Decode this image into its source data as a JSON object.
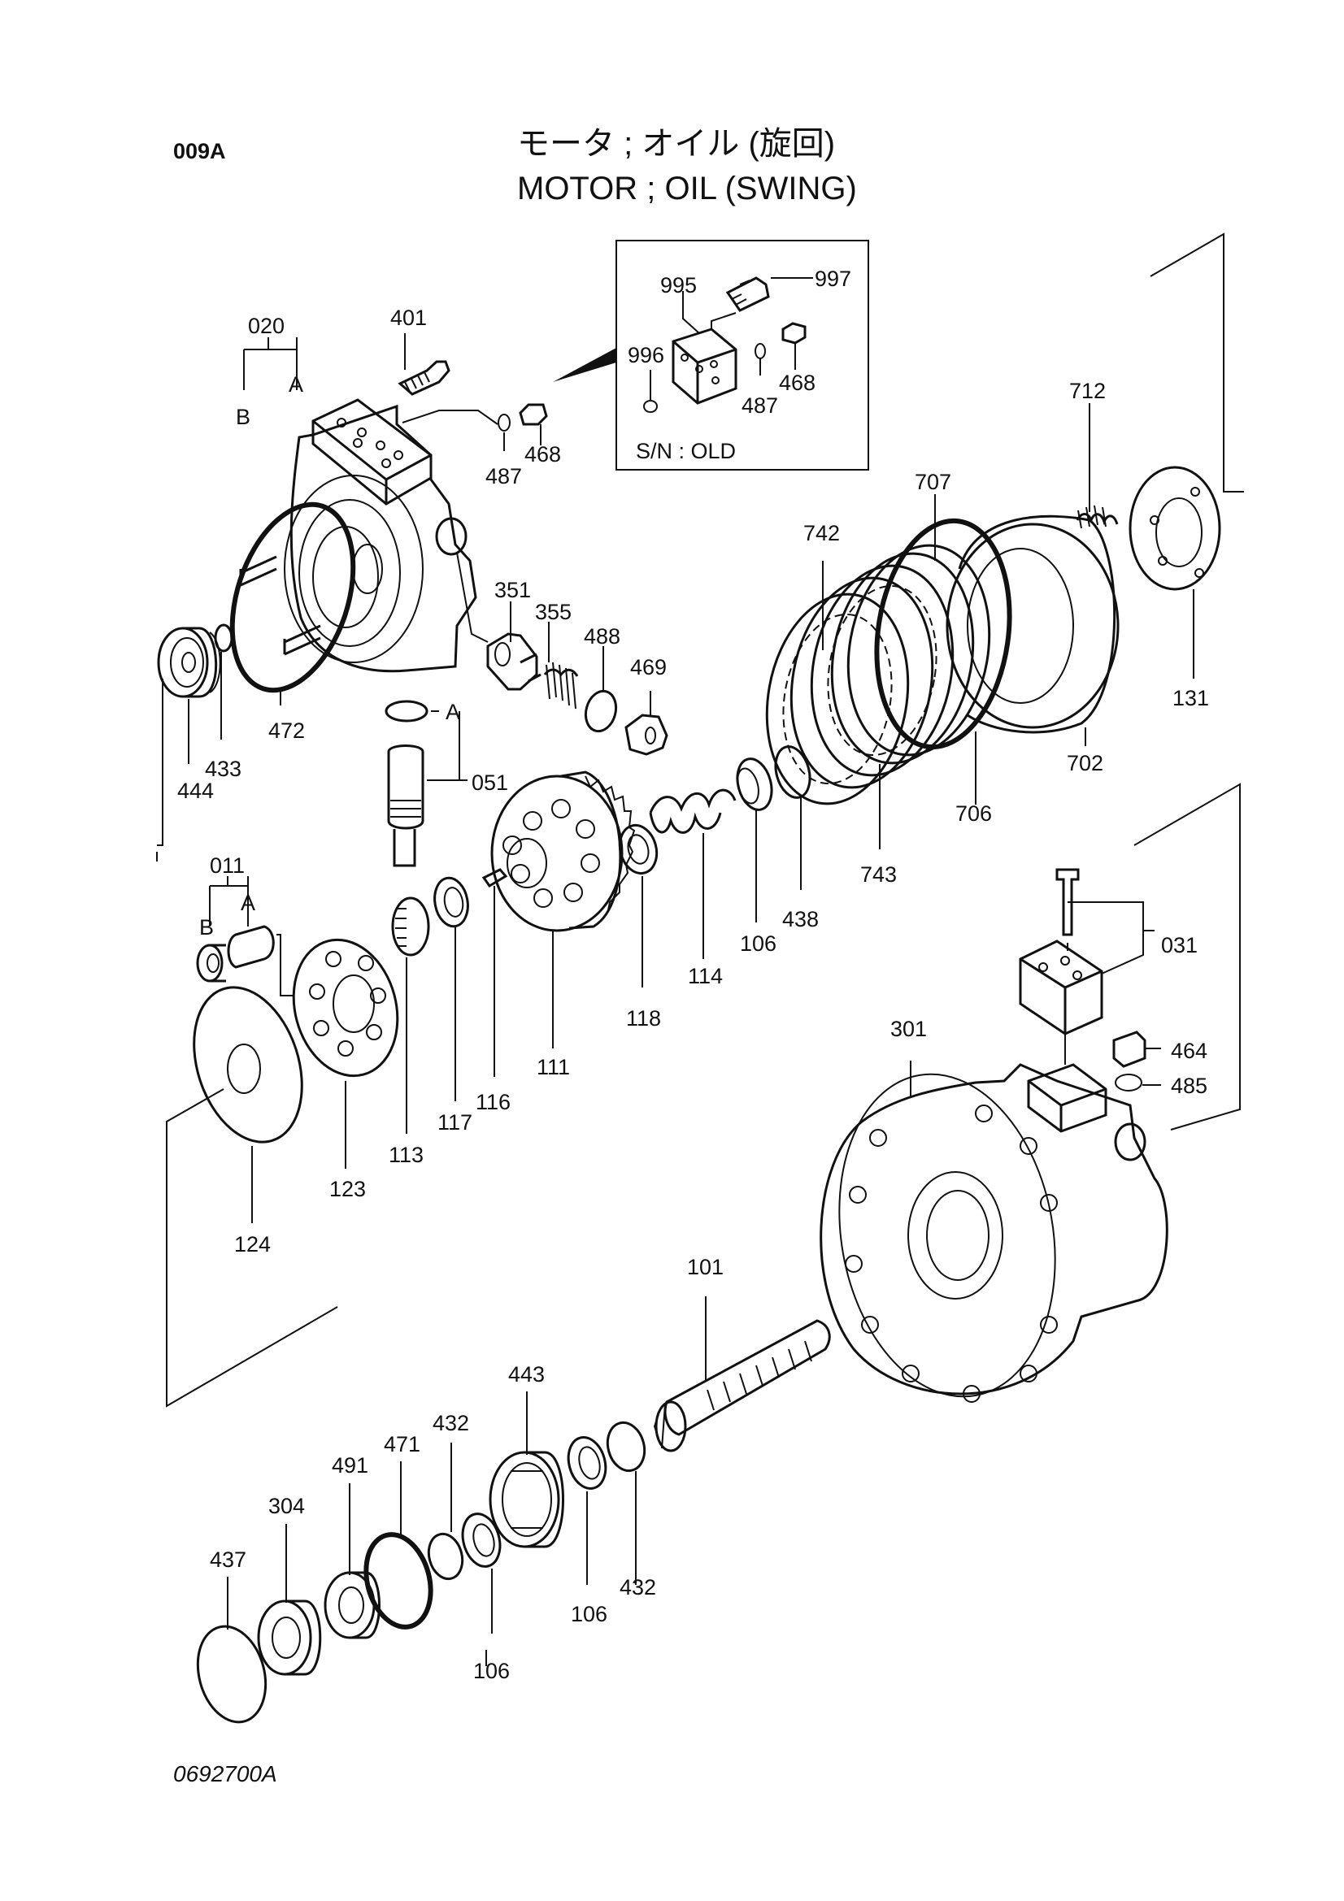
{
  "header": {
    "code": "009A",
    "title_jp": "モータ ; オイル (旋回)",
    "title_en": "MOTOR ; OIL (SWING)"
  },
  "inset": {
    "note": "S/N : OLD"
  },
  "footer": {
    "drawing_no": "0692700A"
  },
  "callouts": {
    "p020": "020",
    "pA1": "A",
    "pB1": "B",
    "p401": "401",
    "p487a": "487",
    "p468a": "468",
    "p995": "995",
    "p997": "997",
    "p996": "996",
    "p468b": "468",
    "p487b": "487",
    "p712": "712",
    "p707": "707",
    "p742": "742",
    "p351": "351",
    "p355": "355",
    "p488": "488",
    "p469": "469",
    "p472": "472",
    "p433": "433",
    "p444": "444",
    "p051": "051",
    "pA2": "A",
    "p131": "131",
    "p702": "702",
    "p706": "706",
    "p743": "743",
    "p438": "438",
    "p106a": "106",
    "p114": "114",
    "p118": "118",
    "p011": "011",
    "pA3": "A",
    "pB3": "B",
    "p031": "031",
    "p301": "301",
    "p464": "464",
    "p485": "485",
    "p111": "111",
    "p116": "116",
    "p117": "117",
    "p113": "113",
    "p123": "123",
    "p124": "124",
    "p101": "101",
    "p443": "443",
    "p432a": "432",
    "p471": "471",
    "p491": "491",
    "p304": "304",
    "p437": "437",
    "p106b": "106",
    "p106c": "106",
    "p432b": "432"
  }
}
